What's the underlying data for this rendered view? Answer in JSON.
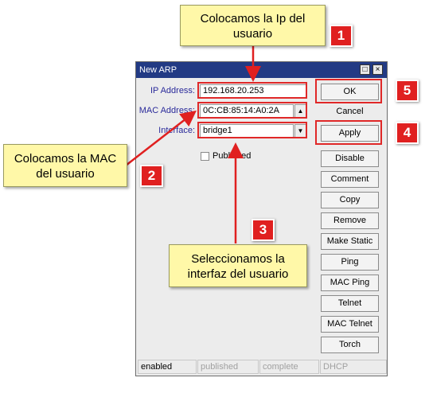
{
  "dialog": {
    "title": "New ARP",
    "fields": {
      "ip": {
        "label": "IP Address:",
        "value": "192.168.20.253"
      },
      "mac": {
        "label": "MAC Address:",
        "value": "0C:CB:85:14:A0:2A"
      },
      "interface": {
        "label": "Interface:",
        "value": "bridge1"
      }
    },
    "published_label": "Published",
    "buttons": {
      "ok": "OK",
      "cancel": "Cancel",
      "apply": "Apply",
      "disable": "Disable",
      "comment": "Comment",
      "copy": "Copy",
      "remove": "Remove",
      "make_static": "Make Static",
      "ping": "Ping",
      "mac_ping": "MAC Ping",
      "telnet": "Telnet",
      "mac_telnet": "MAC Telnet",
      "torch": "Torch"
    },
    "status": [
      "enabled",
      "published",
      "complete",
      "DHCP"
    ]
  },
  "callouts": {
    "ip": "Colocamos la Ip del usuario",
    "mac": "Colocamos la MAC del usuario",
    "interface": "Seleccionamos la interfaz del usuario"
  },
  "badges": [
    "1",
    "2",
    "3",
    "4",
    "5"
  ],
  "colors": {
    "badge": "#e02020",
    "note": "#fff8a8",
    "title_bar": "#223a84",
    "highlight": "#e02828"
  }
}
